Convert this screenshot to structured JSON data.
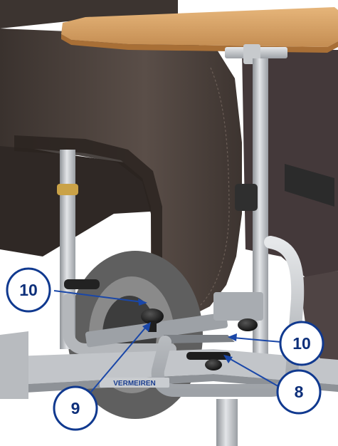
{
  "brand": {
    "logo_text": "VERMEIREN"
  },
  "callouts": [
    {
      "label": "10"
    },
    {
      "label": "10"
    },
    {
      "label": "9"
    },
    {
      "label": "8"
    }
  ],
  "colors": {
    "callout_ring": "#10398f",
    "callout_text": "#0d2f7a",
    "leader_line": "#1a47a8",
    "upholstery": "#4a3f3a",
    "tray": "#d9a466",
    "frame": "#b9bcc0",
    "tire": "#6d6d6d",
    "knob": "#1b1b1b"
  }
}
